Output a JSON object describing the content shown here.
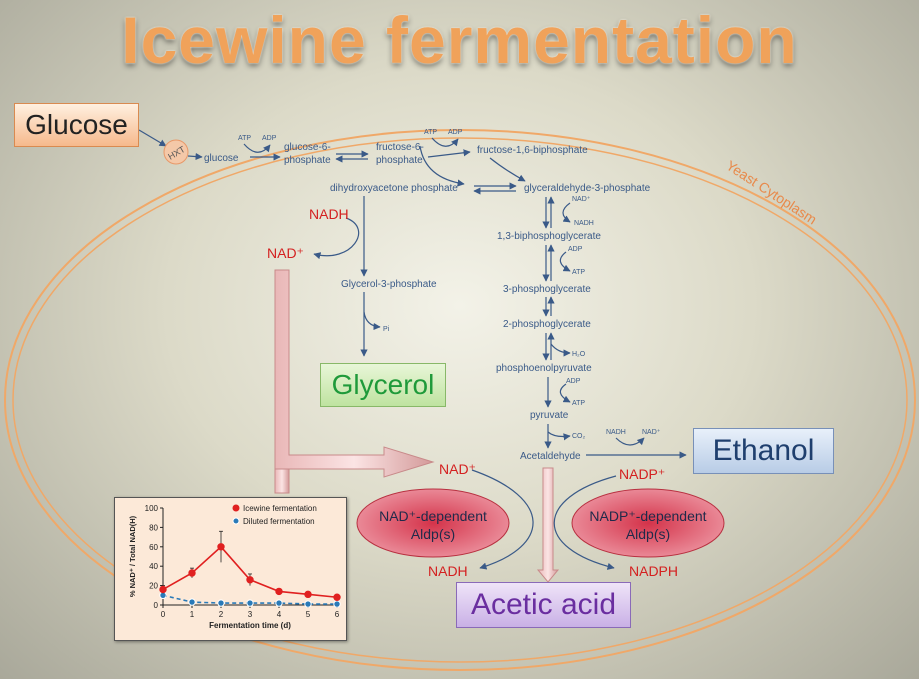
{
  "title": "Icewine fermentation",
  "boxes": {
    "glucose": "Glucose",
    "glycerol": "Glycerol",
    "ethanol": "Ethanol",
    "acetic_acid": "Acetic acid"
  },
  "cytoplasm_label": "Yeast Cytoplasm",
  "transporter": "HXT",
  "metabolites": {
    "glucose": "glucose",
    "g6p_1": "glucose-6-",
    "g6p_2": "phosphate",
    "f6p_1": "fructose-6-",
    "f6p_2": "phosphate",
    "f16bp": "fructose-1,6-biphosphate",
    "dhap": "dihydroxyacetone phosphate",
    "g3p": "glyceraldehyde-3-phosphate",
    "bpg13": "1,3-biphosphoglycerate",
    "pg3": "3-phosphoglycerate",
    "pg2": "2-phosphoglycerate",
    "pep": "phosphoenolpyruvate",
    "pyruvate": "pyruvate",
    "acetaldehyde": "Acetaldehyde",
    "glycerol3p": "Glycerol-3-phosphate"
  },
  "cofactors": {
    "atp": "ATP",
    "adp": "ADP",
    "nad_plus_small": "NAD⁺",
    "nadh_small": "NADH",
    "pi": "Pi",
    "h2o": "H₂O",
    "co2": "CO₂",
    "nadh_red": "NADH",
    "nad_plus_red": "NAD⁺",
    "nad_plus_mid": "NAD⁺",
    "nadp_plus": "NADP⁺",
    "nadh_out": "NADH",
    "nadph_out": "NADPH"
  },
  "enzymes": {
    "nad_dependent_1": "NAD⁺-dependent",
    "nad_dependent_2": "Aldp(s)",
    "nadp_dependent_1": "NADP⁺-dependent",
    "nadp_dependent_2": "Aldp(s)"
  },
  "colors": {
    "title": "#f0a25a",
    "pathway": "#3a5a88",
    "red": "#d42020",
    "icewine": "#e02020",
    "diluted": "#2a7ab8"
  },
  "chart_data": {
    "type": "line",
    "x": [
      0,
      1,
      2,
      3,
      4,
      5,
      6
    ],
    "xlabel": "Fermentation time (d)",
    "ylabel": "% NAD⁺ / Total NAD(H)",
    "ylim": [
      0,
      100
    ],
    "xlim": [
      0,
      6
    ],
    "yticks": [
      0,
      20,
      40,
      60,
      80,
      100
    ],
    "xticks": [
      0,
      1,
      2,
      3,
      4,
      5,
      6
    ],
    "legend_position": "top-right",
    "series": [
      {
        "name": "Icewine fermentation",
        "values": [
          16,
          33,
          60,
          26,
          14,
          11,
          8
        ],
        "errors": [
          4,
          5,
          16,
          6,
          2,
          2,
          2
        ],
        "color": "#e02020",
        "style": "solid"
      },
      {
        "name": "Diluted fermentation",
        "values": [
          10,
          3,
          2,
          2,
          2,
          1,
          1
        ],
        "errors": [
          2,
          1,
          1,
          1,
          1,
          1,
          1
        ],
        "color": "#2a7ab8",
        "style": "dashed"
      }
    ]
  }
}
